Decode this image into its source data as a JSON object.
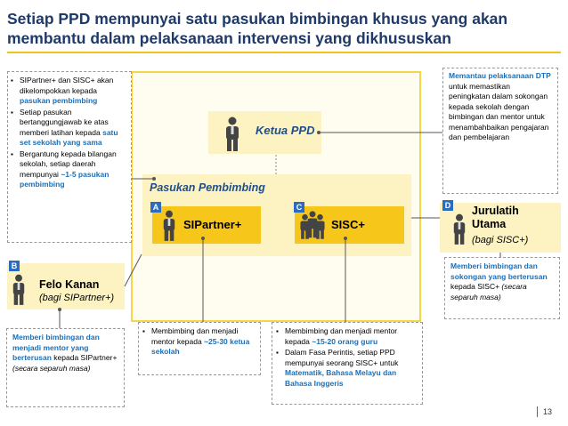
{
  "title": "Setiap PPD mempunyai satu pasukan bimbingan khusus yang akan membantu dalam pelaksanaan intervensi yang dikhususkan",
  "ketua": {
    "label": "Ketua PPD"
  },
  "pasukan": {
    "label": "Pasukan Pembimbing"
  },
  "nodes": {
    "a": {
      "tag": "A",
      "label": "SIPartner+"
    },
    "c": {
      "tag": "C",
      "label": "SISC+"
    },
    "b": {
      "tag": "B",
      "name": "Felo Kanan",
      "sub": "(bagi SIPartner+)"
    },
    "d": {
      "tag": "D",
      "name": "Jurulatih Utama",
      "sub": "(bagi SISC+)"
    }
  },
  "notes": {
    "left": [
      {
        "plain1": "SIPartner+ dan SISC+ akan dikelompokkan kepada ",
        "hl": "pasukan pembimbing",
        "plain2": ""
      },
      {
        "plain1": "Setiap pasukan bertanggungjawab ke atas memberi latihan kepada ",
        "hl": "satu set sekolah yang sama",
        "plain2": ""
      },
      {
        "plain1": "Bergantung kepada bilangan sekolah, setiap daerah mempunyai ",
        "hl": "~1-5 pasukan pembimbing",
        "plain2": ""
      }
    ],
    "right": {
      "hl": "Memantau pelaksanaan DTP",
      "plain": " untuk memastikan peningkatan dalam sokongan kepada sekolah dengan bimbingan dan mentor untuk menambahbaikan pengajaran dan pembelajaran"
    },
    "b": {
      "hl": "Memberi bimbingan dan menjadi mentor yang berterusan",
      "plain": " kepada SIPartner+ ",
      "ital": "(secara separuh masa)"
    },
    "d": {
      "hl": "Memberi bimbingan dan sokongan yang berterusan",
      "plain": " kepada SISC+ ",
      "ital": "(secara separuh masa)"
    },
    "m1": {
      "plain": "Membimbing dan menjadi mentor kepada ",
      "hl": "~25-30 ketua sekolah"
    },
    "m2": [
      {
        "plain1": "Membimbing dan menjadi mentor kepada ",
        "hl": "~15-20 orang guru",
        "plain2": ""
      },
      {
        "plain1": "Dalam Fasa Perintis, setiap PPD mempunyai seorang SISC+ untuk ",
        "hl": "Matematik, Bahasa Melayu dan Bahasa Inggeris",
        "plain2": ""
      }
    ]
  },
  "page_number": "13",
  "colors": {
    "accent_yellow": "#f6c71a",
    "panel_yellow": "#fdf3c2",
    "title_blue": "#1f3a68",
    "highlight_blue": "#1a6fb8",
    "tag_blue": "#2a6cc0"
  },
  "icons": [
    "person-icon"
  ]
}
